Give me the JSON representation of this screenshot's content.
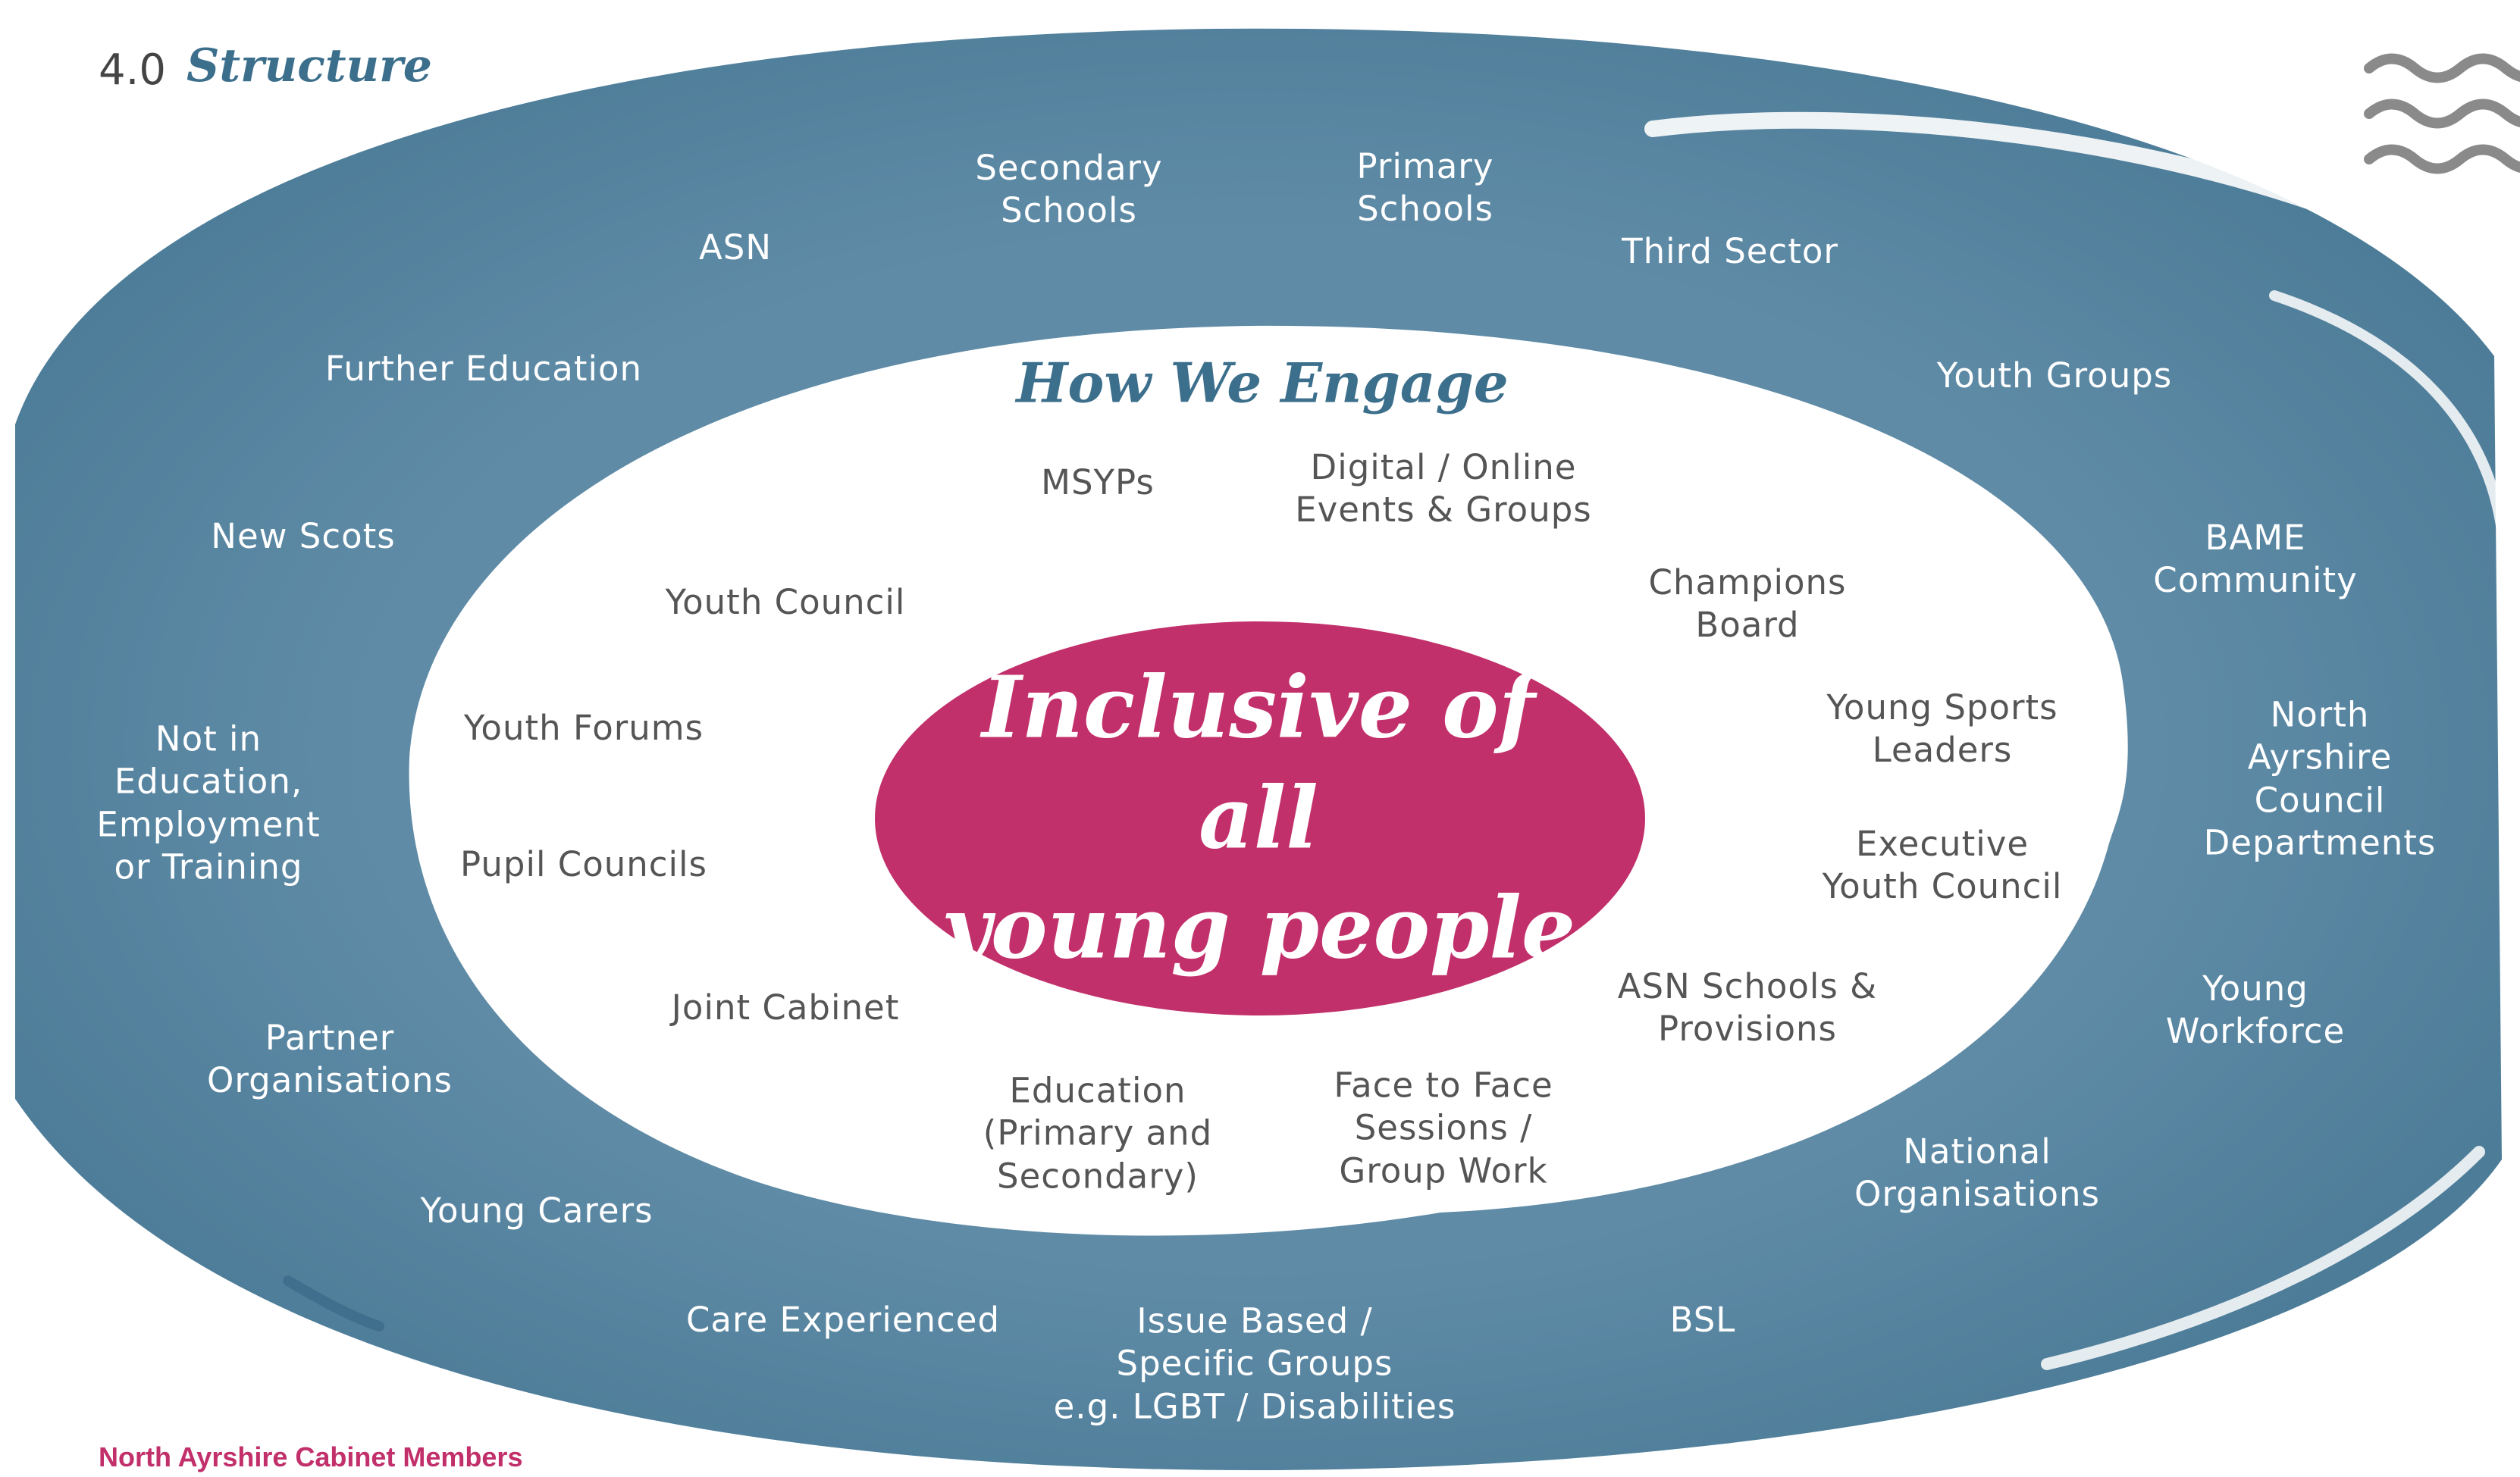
{
  "section": {
    "number": "4.0",
    "title": "Structure"
  },
  "inner_title": "How We Engage",
  "center_text": "Inclusive of all\nyoung people",
  "outer_ring_labels": [
    "ASN",
    "Secondary\nSchools",
    "Primary\nSchools",
    "Third Sector",
    "Further Education",
    "Youth Groups",
    "New Scots",
    "BAME\nCommunity",
    "Not in\nEducation,\nEmployment\nor Training",
    "North Ayrshire\nCouncil\nDepartments",
    "Partner\nOrganisations",
    "Young\nWorkforce",
    "Young Carers",
    "National\nOrganisations",
    "Care Experienced",
    "Issue Based /\nSpecific Groups\ne.g. LGBT / Disabilities",
    "BSL"
  ],
  "inner_ring_labels": [
    "MSYPs",
    "Digital / Online\nEvents & Groups",
    "Youth Council",
    "Champions\nBoard",
    "Youth Forums",
    "Young Sports\nLeaders",
    "Pupil Councils",
    "Executive\nYouth Council",
    "Joint Cabinet",
    "ASN Schools &\nProvisions",
    "Education\n(Primary and\nSecondary)",
    "Face to Face\nSessions /\nGroup Work"
  ],
  "footer": "North Ayrshire Cabinet Members",
  "colors": {
    "ring": "#5f8ba6",
    "ring_dark": "#3f6f8c",
    "center": "#c2306b",
    "title_blue": "#3c6f8c",
    "inner_text": "#555555",
    "outer_text": "#ffffff",
    "footer_text": "#c2306b"
  },
  "decorations": {
    "top_right": "wavy-lines-icon"
  }
}
